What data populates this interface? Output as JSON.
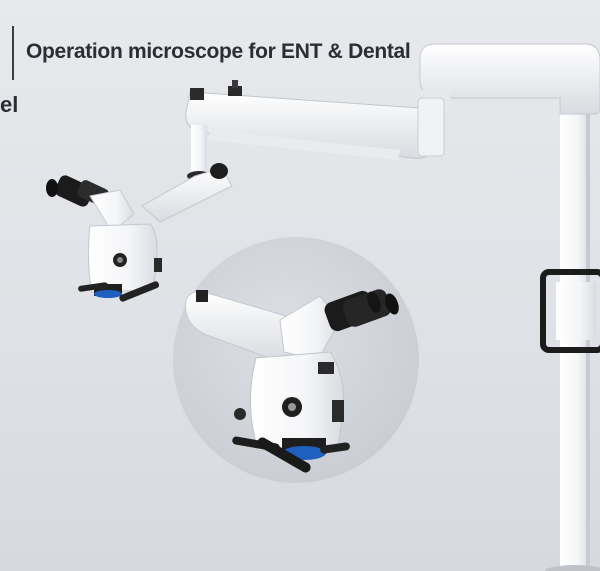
{
  "header": {
    "title": "Operation microscope for ENT & Dental",
    "clipped_text": "el"
  },
  "image": {
    "subject": "Operation microscope for ENT & Dental",
    "background_color": "#e2e5e9",
    "accent_blue": "#1f5fc0",
    "handle_color": "#222222"
  }
}
